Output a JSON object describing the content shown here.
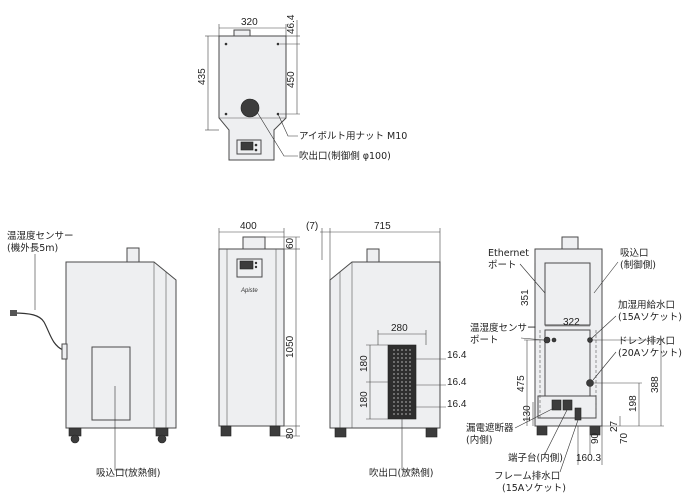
{
  "top_view": {
    "width": "320",
    "depth": "435",
    "eyebolt_offset": "46.4",
    "eyebolt_pitch": "450",
    "eyebolt_label": "アイボルト用ナット M10",
    "outlet_label": "吹出口(制御側 φ100)"
  },
  "left_view": {
    "sensor_label_1": "温湿度センサー",
    "sensor_label_2": "(機外長5m)",
    "intake_label": "吸込口(放熱側)"
  },
  "front_view": {
    "width": "400",
    "top_offset": "60",
    "height": "1050",
    "bottom_offset": "80",
    "brand": "Apiste"
  },
  "right_view": {
    "offset": "(7)",
    "depth": "715",
    "vent_width": "280",
    "vent_h1": "180",
    "vent_h2": "180",
    "gap1": "16.4",
    "gap2": "16.4",
    "gap3": "16.4",
    "outlet_label": "吹出口(放熱側)"
  },
  "back_view": {
    "ethernet_1": "Ethernet",
    "ethernet_2": "ポート",
    "intake_1": "吸込口",
    "intake_2": "(制御側)",
    "dim_351": "351",
    "dim_322": "322",
    "humid_sensor_1": "温湿度センサー",
    "humid_sensor_2": "ポート",
    "supply_1": "加湿用給水口",
    "supply_2": "(15Aソケット)",
    "drain_1": "ドレン排水口",
    "drain_2": "(20Aソケット)",
    "dim_475": "475",
    "dim_388": "388",
    "dim_130": "130",
    "dim_198": "198",
    "dim_27": "27",
    "dim_70": "70",
    "dim_90": "90",
    "dim_1603": "160.3",
    "breaker_1": "漏電遮断器",
    "breaker_2": "(内側)",
    "terminal": "端子台(内側)",
    "frame_drain_1": "フレーム排水口",
    "frame_drain_2": "(15Aソケット)"
  }
}
